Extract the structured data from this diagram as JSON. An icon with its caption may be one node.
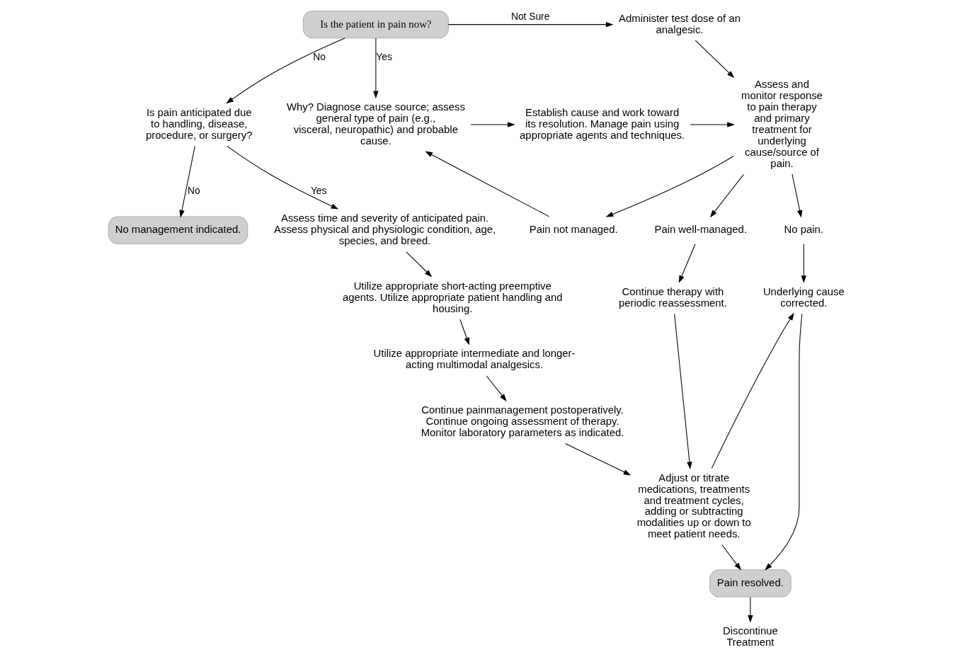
{
  "diagram": {
    "nodes": [
      {
        "text": [
          "Is the patient in pain now?"
        ]
      },
      {
        "text": [
          "Administer test dose of an analgesic."
        ]
      },
      {
        "text": [
          "Assess and monitor response to pain therapy and primary treatment for underlying cause/source of pain."
        ]
      },
      {
        "text": [
          "Is pain anticipated due to handling, disease, procedure, or surgery?"
        ]
      },
      {
        "text": [
          "Why? Diagnose cause source; assess general type of pain (e.g., visceral, neuropathic) and probable cause."
        ]
      },
      {
        "text": [
          "Establish cause and work toward its resolution. Manage pain using appropriate agents and techniques."
        ]
      },
      {
        "text": [
          "No management indicated."
        ]
      },
      {
        "text": [
          "Pain not managed."
        ]
      },
      {
        "text": [
          "Assess time and severity of anticipated pain. Assess physical and physiologic condition, age, species, and breed."
        ]
      },
      {
        "text": [
          "Pain well-managed."
        ]
      },
      {
        "text": [
          "No pain."
        ]
      },
      {
        "text": [
          "Utilize appropriate short-acting preemptive agents. Utilize appropriate patient handling and housing."
        ]
      },
      {
        "text": [
          "Continue therapy with periodic reassessment."
        ]
      },
      {
        "text": [
          "Underlying cause corrected."
        ]
      },
      {
        "text": [
          "Utilize appropriate intermediate and longer-acting multimodal analgesics."
        ]
      },
      {
        "text": [
          "Pain resolved."
        ]
      },
      {
        "text": [
          "Adjust or titrate medications, treatments and treatment cycles, adding or subtracting modalities up or down to meet patient needs."
        ]
      },
      {
        "text": [
          "Continue painmanagement postoperatively. Continue ongoing assessment of therapy. Monitor laboratory parameters as indicated."
        ]
      },
      {
        "text": [
          "Discontinue Treatment"
        ]
      }
    ],
    "edges": [
      {
        "from": 0,
        "to": 1,
        "arrow": "to",
        "label": "Not Sure"
      },
      {
        "from": 0,
        "to": 3,
        "arrow": "to",
        "label": "No"
      },
      {
        "from": 0,
        "to": 4,
        "arrow": "to",
        "label": "Yes"
      },
      {
        "from": 1,
        "to": 2,
        "arrow": "to"
      },
      {
        "from": 3,
        "to": 8,
        "arrow": "to",
        "label": "Yes"
      },
      {
        "from": 3,
        "to": 6,
        "arrow": "to",
        "label": "No"
      },
      {
        "from": 4,
        "to": 5,
        "arrow": "to"
      },
      {
        "from": 5,
        "to": 2,
        "arrow": "to"
      },
      {
        "from": 2,
        "to": 7,
        "arrow": "to"
      },
      {
        "from": 2,
        "to": 9,
        "arrow": "to"
      },
      {
        "from": 2,
        "to": 10,
        "arrow": "to"
      },
      {
        "from": 7,
        "to": 4,
        "arrow": "to"
      },
      {
        "from": 8,
        "to": 11,
        "arrow": "to"
      },
      {
        "from": 11,
        "to": 14,
        "arrow": "to"
      },
      {
        "from": 14,
        "to": 17,
        "arrow": "to"
      },
      {
        "from": 17,
        "to": 16,
        "arrow": "to"
      },
      {
        "from": 9,
        "to": 12,
        "arrow": "to"
      },
      {
        "from": 12,
        "to": 16,
        "arrow": "to"
      },
      {
        "from": 16,
        "to": 13,
        "arrow": "to"
      },
      {
        "from": 16,
        "to": 15,
        "arrow": "to"
      },
      {
        "from": 10,
        "to": 13,
        "arrow": "to"
      },
      {
        "from": 13,
        "to": 15,
        "arrow": "to"
      },
      {
        "from": 15,
        "to": 18,
        "arrow": "to"
      }
    ]
  }
}
